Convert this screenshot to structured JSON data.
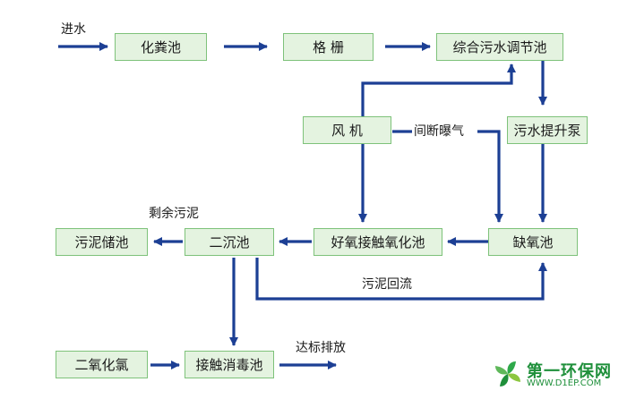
{
  "colors": {
    "arrow": "#1c3f94",
    "box_fill": "#e4f3e0",
    "box_border": "#7ec27a",
    "logo_green": "#1e8f3a"
  },
  "nodes": {
    "septic_tank": "化粪池",
    "grille": "格 栅",
    "equalization_tank": "综合污水调节池",
    "blower": "风 机",
    "lift_pump": "污水提升泵",
    "sludge_storage": "污泥储池",
    "secondary_clarifier": "二沉池",
    "contact_oxidation": "好氧接触氧化池",
    "anoxic_tank": "缺氧池",
    "chlorine_dioxide": "二氧化氯",
    "disinfection_tank": "接触消毒池"
  },
  "labels": {
    "inflow": "进水",
    "intermittent_aeration": "间断曝气",
    "excess_sludge": "剩余污泥",
    "sludge_return": "污泥回流",
    "discharge": "达标排放"
  },
  "logo": {
    "name": "第一环保网",
    "url": "WWW.D1EP.COM",
    "icon": "pinwheel-logo-icon"
  }
}
